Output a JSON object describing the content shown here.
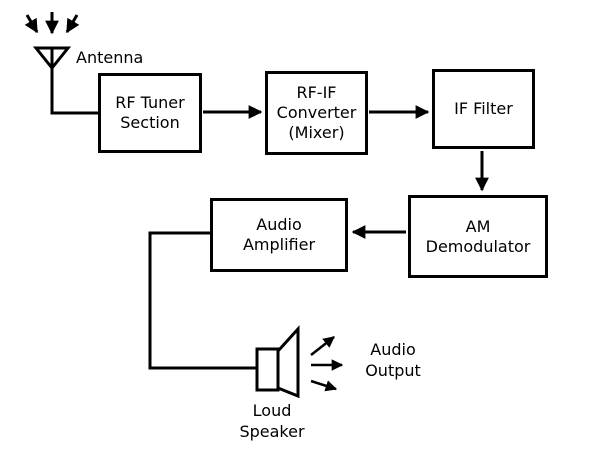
{
  "colors": {
    "background": "#ffffff",
    "stroke": "#000000",
    "text": "#000000"
  },
  "boxes": {
    "rf_tuner": {
      "lines": [
        "RF Tuner",
        "Section"
      ]
    },
    "rf_if_converter": {
      "lines": [
        "RF-IF",
        "Converter",
        "(Mixer)"
      ]
    },
    "if_filter": {
      "lines": [
        "IF Filter"
      ]
    },
    "am_demodulator": {
      "lines": [
        "AM",
        "Demodulator"
      ]
    },
    "audio_amplifier": {
      "lines": [
        "Audio",
        "Amplifier"
      ]
    }
  },
  "labels": {
    "antenna": "Antenna",
    "loud_speaker": {
      "lines": [
        "Loud",
        "Speaker"
      ]
    },
    "audio_output": {
      "lines": [
        "Audio",
        "Output"
      ]
    }
  },
  "icons": {
    "antenna": "antenna-icon",
    "incoming_signal": "incoming-signal-arrows",
    "loud_speaker": "loudspeaker-icon",
    "sound_output": "sound-output-arrows"
  }
}
